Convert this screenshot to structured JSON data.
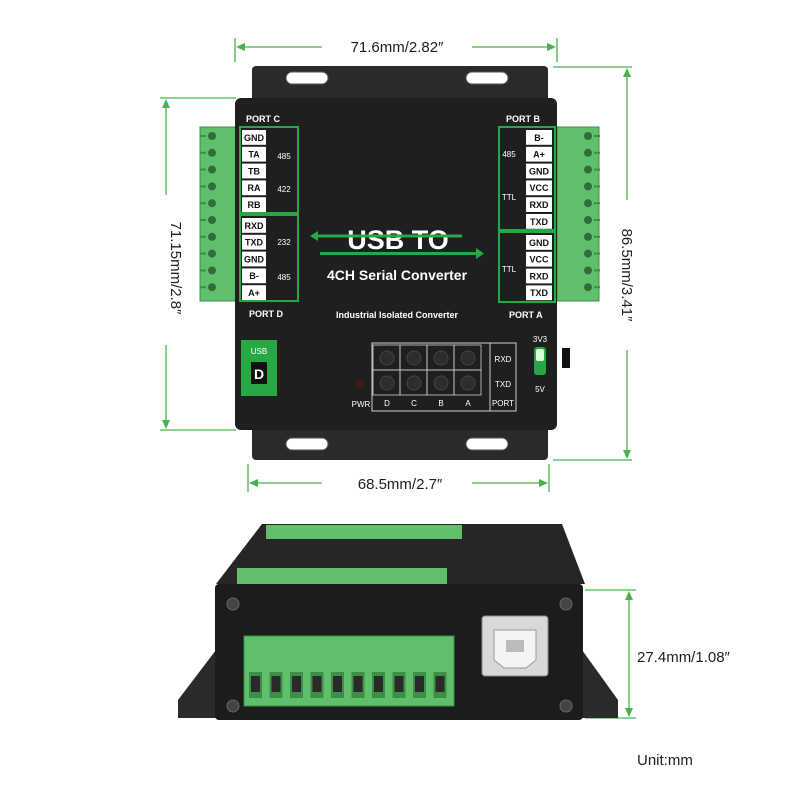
{
  "dimensions": {
    "top_width": "71.6mm/2.82″",
    "bottom_width": "68.5mm/2.7″",
    "left_height": "71.15mm/2.8″",
    "right_height": "86.5mm/3.41″",
    "depth": "27.4mm/1.08″",
    "unit_note": "Unit:mm"
  },
  "device": {
    "title": "USB TO",
    "subtitle": "4CH Serial Converter",
    "tagline": "Industrial Isolated Converter",
    "port_c": "PORT C",
    "port_d": "PORT D",
    "port_b": "PORT B",
    "port_a": "PORT A",
    "port_c_pins": [
      "GND",
      "TA",
      "TB",
      "RA",
      "RB"
    ],
    "port_d_pins": [
      "RXD",
      "TXD",
      "GND",
      "B-",
      "A+"
    ],
    "port_b_pins": [
      "B-",
      "A+",
      "GND",
      "VCC",
      "RXD",
      "TXD"
    ],
    "port_a_pins": [
      "GND",
      "VCC",
      "RXD",
      "TXD"
    ],
    "label_485": "485",
    "label_422": "422",
    "label_232": "232",
    "label_ttl": "TTL",
    "usb_label": "USB",
    "usb_letter": "D",
    "voltage_3v3": "3V3",
    "voltage_5v": "5V",
    "pwr": "PWR",
    "rxd": "RXD",
    "txd": "TXD",
    "port": "PORT",
    "led_cols": [
      "D",
      "C",
      "B",
      "A"
    ]
  },
  "colors": {
    "dimension_line": "#47b34a",
    "case": "#1f1f1f",
    "terminal_green": "#5fbf6a",
    "terminal_dark": "#3d8f48",
    "label_green": "#27a844"
  }
}
